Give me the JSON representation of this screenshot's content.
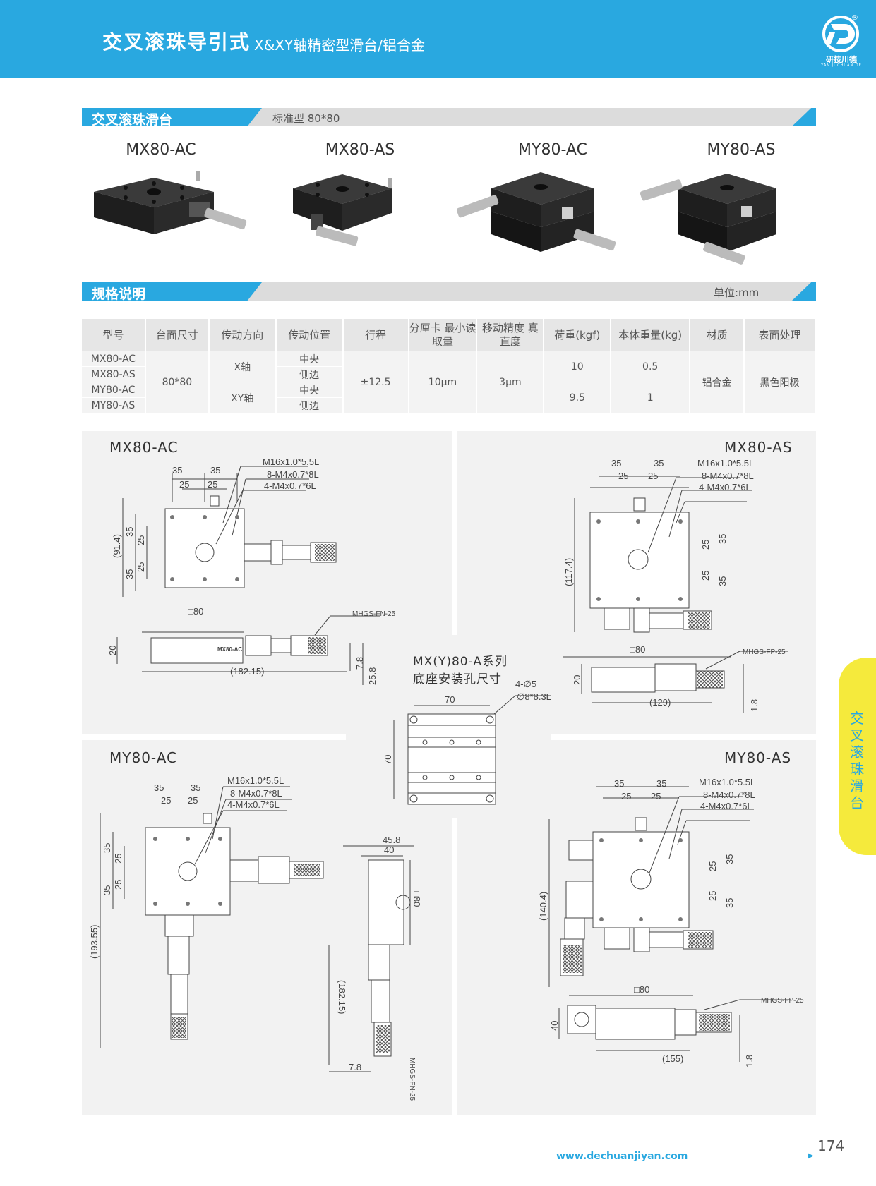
{
  "header": {
    "title": "交叉滚珠导引式",
    "subtitle": "X&XY轴精密型滑台/铝合金",
    "logo_text": "研技川德",
    "logo_sub": "YAN JI CHUAN DE",
    "registered": "®"
  },
  "section1": {
    "label": "交叉滚珠滑台",
    "note": "标准型 80*80"
  },
  "models": [
    "MX80-AC",
    "MX80-AS",
    "MY80-AC",
    "MY80-AS"
  ],
  "section2": {
    "label": "规格说明",
    "unit": "单位:mm"
  },
  "spec_table": {
    "headers": [
      "型号",
      "台面尺寸",
      "传动方向",
      "传动位置",
      "行程",
      "分厘卡 最小读取量",
      "移动精度 真直度",
      "荷重(kgf)",
      "本体重量(kg)",
      "材质",
      "表面处理"
    ],
    "models": [
      "MX80-AC",
      "MX80-AS",
      "MY80-AC",
      "MY80-AS"
    ],
    "table_size": "80*80",
    "directions": [
      "X轴",
      "XY轴"
    ],
    "positions": [
      "中央",
      "侧边",
      "中央",
      "侧边"
    ],
    "stroke": "±12.5",
    "micrometer": "10μm",
    "accuracy": "3μm",
    "load": [
      "10",
      "9.5"
    ],
    "weight": [
      "0.5",
      "1"
    ],
    "material": "铝合金",
    "finish": "黑色阳极"
  },
  "drawings": {
    "mx80ac": {
      "title": "MX80-AC",
      "dims": [
        "35",
        "35",
        "25",
        "25",
        "M16x1.0*5.5L",
        "8-M4x0.7*8L",
        "4-M4x0.7*6L",
        "(91.4)",
        "35",
        "35",
        "25",
        "25",
        "□80",
        "MHGS-FN-25",
        "20",
        "(182.15)",
        "7.8",
        "25.8"
      ],
      "engraving": "MX80-AC"
    },
    "mx80as": {
      "title": "MX80-AS",
      "dims": [
        "35",
        "35",
        "25",
        "25",
        "M16x1.0*5.5L",
        "8-M4x0.7*8L",
        "4-M4x0.7*6L",
        "(117.4)",
        "25",
        "25",
        "35",
        "35",
        "□80",
        "MHGS-FP-25",
        "20",
        "(129)",
        "1.8"
      ]
    },
    "base": {
      "title": "MX(Y)80-A系列",
      "title2": "底座安装孔尺寸",
      "dims": [
        "4-∅5",
        "∅8*8.3L",
        "70",
        "70"
      ]
    },
    "my80ac": {
      "title": "MY80-AC",
      "dims": [
        "35",
        "35",
        "25",
        "25",
        "M16x1.0*5.5L",
        "8-M4x0.7*8L",
        "4-M4x0.7*6L",
        "(193.55)",
        "35",
        "35",
        "25",
        "25",
        "45.8",
        "40",
        "□80",
        "(182.15)",
        "7.8",
        "MHGS-FN-25"
      ]
    },
    "my80as": {
      "title": "MY80-AS",
      "dims": [
        "35",
        "35",
        "25",
        "25",
        "M16x1.0*5.5L",
        "8-M4x0.7*8L",
        "4-M4x0.7*6L",
        "(140.4)",
        "25",
        "25",
        "35",
        "35",
        "□80",
        "MHGS-FP-25",
        "40",
        "(155)",
        "1.8"
      ]
    }
  },
  "side_tab": "交叉滚珠滑台",
  "footer": {
    "url": "www.dechuanjiyan.com",
    "page": "174"
  },
  "colors": {
    "accent": "#29a8e0",
    "tab": "#f5ea3c",
    "panel": "#f2f2f2"
  }
}
